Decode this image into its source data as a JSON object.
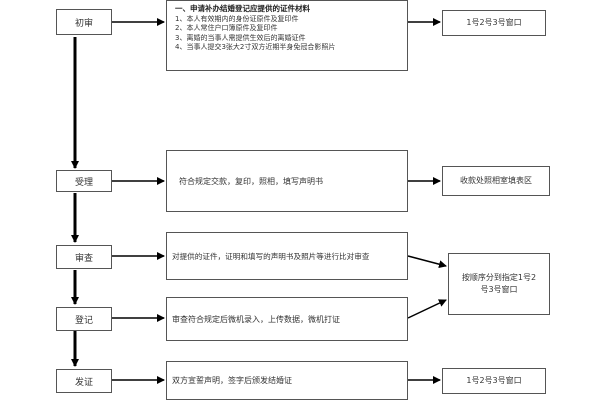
{
  "steps": [
    "初审",
    "受理",
    "审查",
    "登记",
    "发证"
  ],
  "materials": {
    "title": "一、申请补办结婚登记应提供的证件材料",
    "items": [
      "1、本人有效期内的身份证原件及复印件",
      "2、本人常住户口簿原件及复印件",
      "3、离婚的当事人需提供生效后的离婚证件",
      "4、当事人提交3张大2寸双方近期半身免冠合影照片"
    ]
  },
  "descriptions": {
    "accept": "符合规定交款，复印，照相，填写声明书",
    "review": "对提供的证件，证明和填写的声明书及照片等进行比对审查",
    "register": "审查符合规定后微机录入，上传数据，微机打证",
    "issue": "双方宣誓声明，签字后颁发结婚证"
  },
  "targets": {
    "window_123_top": "1号2号3号窗口",
    "cashier": "收款处照相室填表区",
    "assigned_window_line1": "按顺序分到指定1号2",
    "assigned_window_line2": "号3号窗口",
    "window_123_bottom": "1号2号3号窗口"
  }
}
